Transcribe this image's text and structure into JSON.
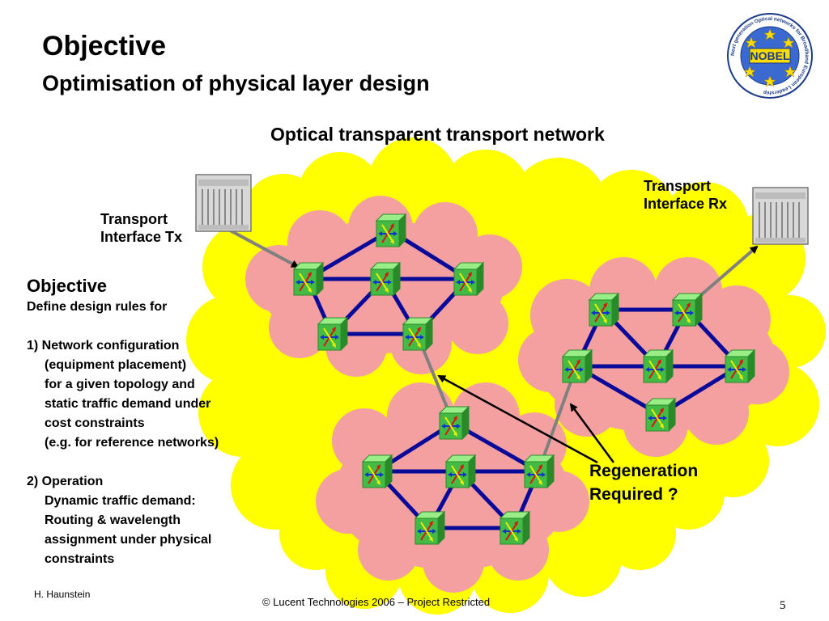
{
  "header": {
    "title": "Objective",
    "subtitle": "Optimisation of physical layer design",
    "logo_text": "NOBEL",
    "logo_ring_text": "Next generation Optical networks for Broadband European Leadership"
  },
  "diagram": {
    "title": "Optical transparent transport network",
    "tx_label": [
      "Transport",
      "Interface Tx"
    ],
    "rx_label": [
      "Transport",
      "Interface Rx"
    ],
    "regeneration_label": [
      "Regeneration",
      "Required ?"
    ],
    "colors": {
      "outer_cloud": "#ffff00",
      "inner_cloud": "#f4a0a0",
      "links": "#0a0a9a",
      "node_front": "#44bb44",
      "node_top": "#99ee88",
      "node_side": "#2a8a2a",
      "interconnect": "#808080"
    }
  },
  "objective": {
    "heading": "Objective",
    "intro": "Define design rules for",
    "item1": {
      "title": "1) Network configuration",
      "lines": [
        "(equipment placement)",
        "for a given topology and",
        "static traffic demand under",
        "cost constraints",
        "(e.g. for reference networks)"
      ]
    },
    "item2": {
      "title": "2) Operation",
      "lines": [
        "Dynamic traffic demand:",
        "Routing & wavelength",
        "assignment under physical",
        "constraints"
      ]
    }
  },
  "footer": {
    "author": "H. Haunstein",
    "copyright": "© Lucent Technologies 2006 – Project Restricted",
    "page_number": "5"
  }
}
